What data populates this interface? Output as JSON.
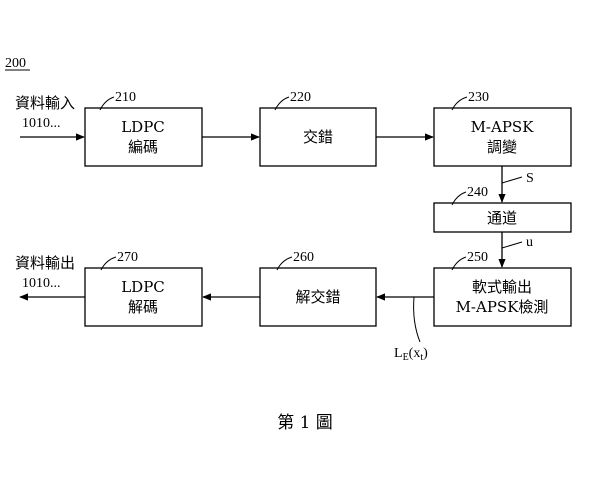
{
  "figure_ref": "200",
  "caption": "第 1 圖",
  "input_label": "資料輸入",
  "input_bits": "1010...",
  "output_label": "資料輸出",
  "output_bits": "1010...",
  "blocks": {
    "ldpc_encoder": {
      "ref": "210",
      "line1": "LDPC",
      "line2": "編碼"
    },
    "interleaver": {
      "ref": "220",
      "line1": "交錯"
    },
    "modulator": {
      "ref": "230",
      "line1": "M-APSK",
      "line2": "調變"
    },
    "channel": {
      "ref": "240",
      "line1": "通道"
    },
    "detector": {
      "ref": "250",
      "line1": "軟式輸出",
      "line2": "M-APSK檢測"
    },
    "deinterleaver": {
      "ref": "260",
      "line1": "解交錯"
    },
    "ldpc_decoder": {
      "ref": "270",
      "line1": "LDPC",
      "line2": "解碼"
    }
  },
  "signals": {
    "s": "S",
    "u": "u",
    "le_main": "L",
    "le_sub": "E",
    "le_arg_open": "(x",
    "le_arg_sub": "t",
    "le_arg_close": ")"
  }
}
